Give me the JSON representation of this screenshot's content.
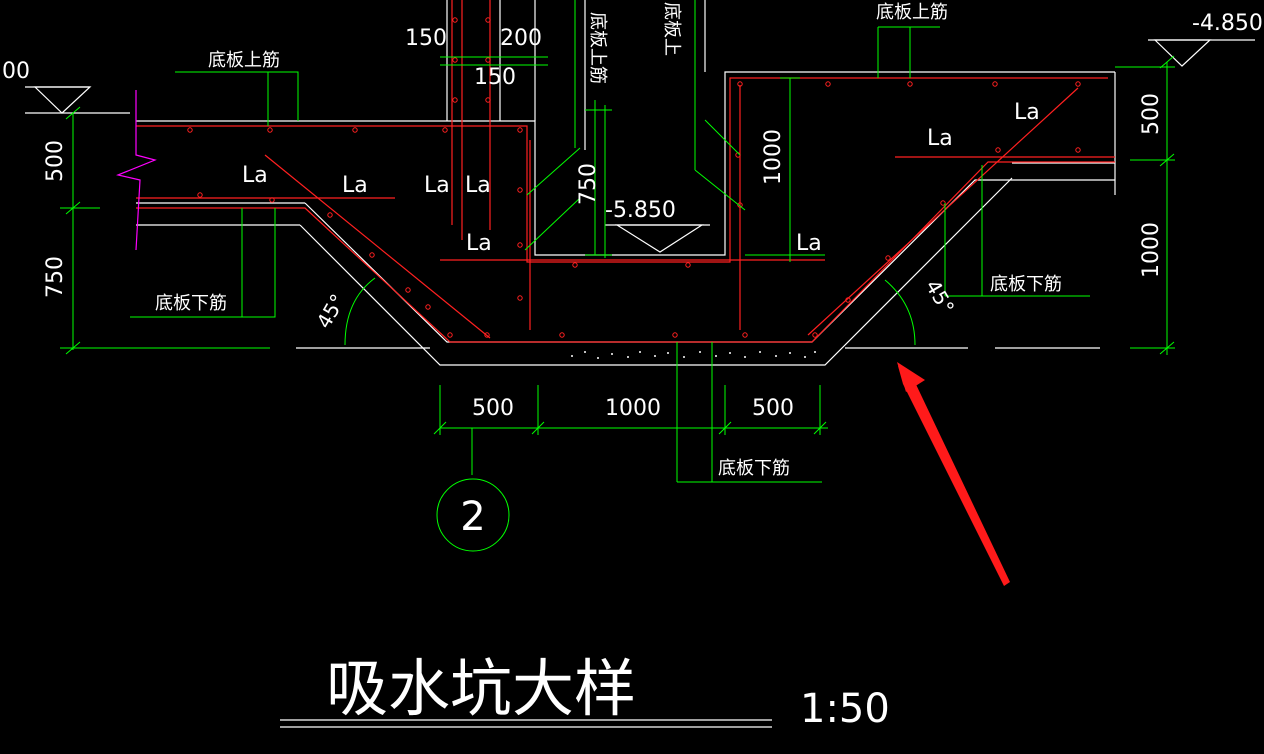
{
  "colors": {
    "background": "#000000",
    "outline": "#ffffff",
    "rebar": "#ff2020",
    "dimension": "#00ff00",
    "break_line": "#ff00ff",
    "arrow": "#ff1a1a"
  },
  "elevations": {
    "left_partial": "00",
    "top_right": "-4.850",
    "pit_top": "-5.850"
  },
  "dimensions": {
    "top_150_left": "150",
    "top_200": "200",
    "top_150_inner": "150",
    "left_500": "500",
    "left_750": "750",
    "wall_750": "750",
    "wall_1000": "1000",
    "right_500": "500",
    "right_1000": "1000",
    "bottom_500_left": "500",
    "bottom_1000": "1000",
    "bottom_500_right": "500"
  },
  "labels": {
    "top_bar_left": "底板上筋",
    "top_bar_right": "底板上筋",
    "top_bar_vertical_a": "底板上筋",
    "top_bar_vertical_b": "底板上",
    "bottom_bar_left": "底板下筋",
    "bottom_bar_right": "底板下筋",
    "bottom_bar_center": "底板下筋",
    "anchorage": "La",
    "angle_left": "45°",
    "angle_right": "45°"
  },
  "detail": {
    "number": "2",
    "title": "吸水坑大样",
    "scale": "1:50"
  }
}
